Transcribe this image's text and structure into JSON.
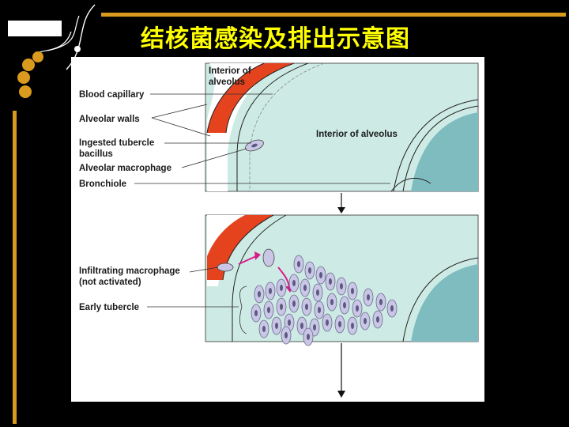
{
  "slide": {
    "title": "结核菌感染及排出示意图",
    "accent_color": "#D99A1E",
    "title_color": "#FFFF00"
  },
  "top_panel": {
    "label_interior_alveolus_top": [
      "Interior of",
      "alveolus"
    ],
    "label_blood_capillary": "Blood capillary",
    "label_alveolar_walls": "Alveolar walls",
    "label_ingested_bacillus": [
      "Ingested tubercle",
      "bacillus"
    ],
    "label_alveolar_macrophage": "Alveolar macrophage",
    "label_bronchiole": "Bronchiole",
    "label_interior_alveolus_center": "Interior of alveolus"
  },
  "bottom_panel": {
    "label_infiltrating": [
      "Infiltrating macrophage",
      "(not activated)"
    ],
    "label_early_tubercle": "Early tubercle"
  },
  "colors": {
    "alveolus": "#CDEBE4",
    "capillary": "#E5421E",
    "bronchiole": "#7FBCC0",
    "cell": "#C9C6E6"
  }
}
